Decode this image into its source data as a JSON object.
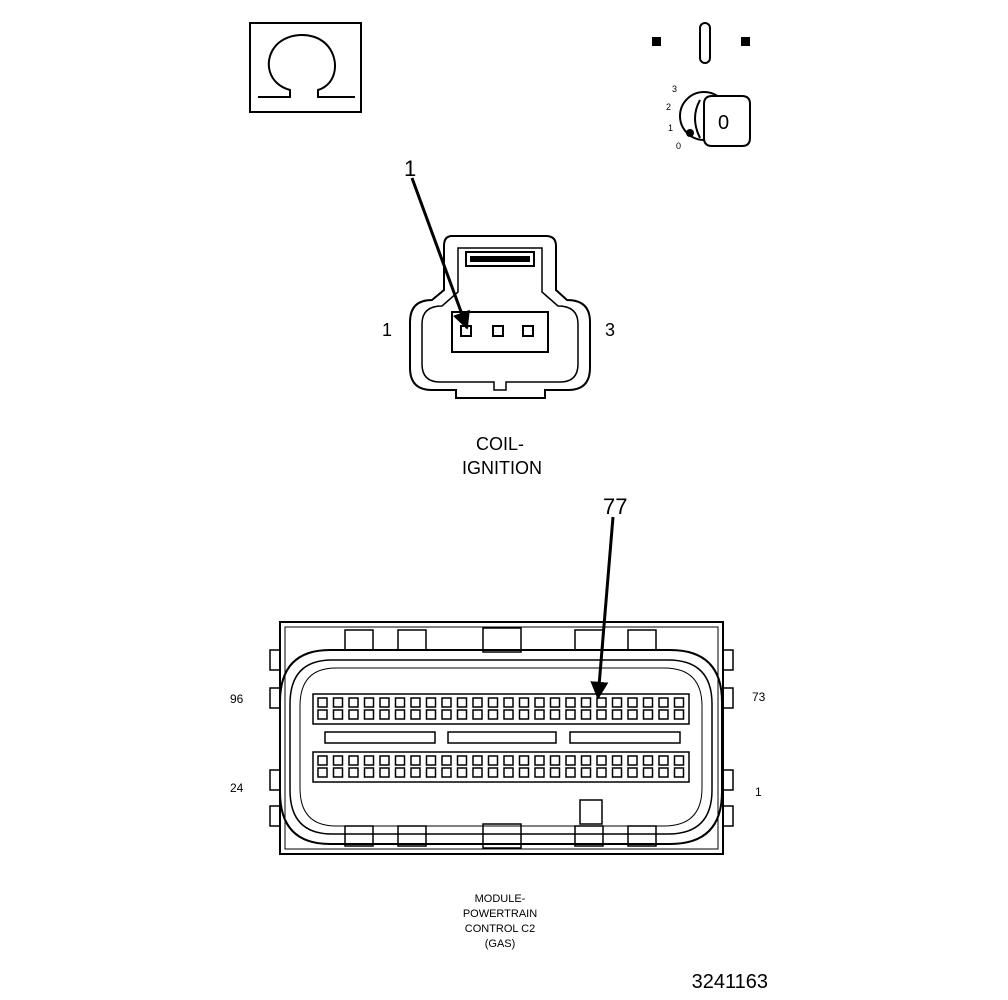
{
  "ohm_symbol": "Ω",
  "ignition_switch": {
    "positions": [
      "3",
      "2",
      "1",
      "0"
    ],
    "key_label": "0"
  },
  "coil_connector": {
    "callout": "1",
    "left_pin": "1",
    "right_pin": "3",
    "caption_lines": [
      "COIL-",
      "IGNITION"
    ]
  },
  "pcm_connector": {
    "callout": "77",
    "top_left": "96",
    "top_right": "73",
    "bottom_left": "24",
    "bottom_right": "1",
    "caption_lines": [
      "MODULE-",
      "POWERTRAIN",
      "CONTROL C2",
      "(GAS)"
    ]
  },
  "figure_number": "3241163"
}
